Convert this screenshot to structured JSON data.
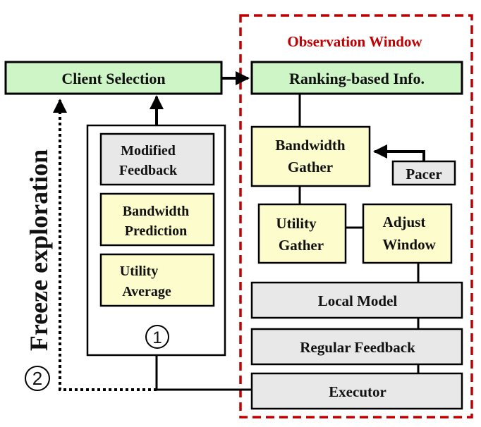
{
  "colors": {
    "green_fill": "#cdf5c6",
    "yellow_fill": "#fdfccd",
    "gray_fill": "#e8e8e8",
    "dashed_red": "#c00000",
    "title_red": "#c00000"
  },
  "observation_window": {
    "title": "Observation Window"
  },
  "client_selection": {
    "label": "Client Selection"
  },
  "ranking_info": {
    "label": "Ranking-based Info."
  },
  "left_stack": {
    "modified_feedback": [
      "Modified",
      "Feedback"
    ],
    "bandwidth_prediction": [
      "Bandwidth",
      "Prediction"
    ],
    "utility_average": [
      "Utility",
      "Average"
    ],
    "marker_1": "1"
  },
  "bandwidth_gather": [
    "Bandwidth",
    "Gather"
  ],
  "pacer": "Pacer",
  "utility_gather": [
    "Utility",
    "Gather"
  ],
  "adjust_window": [
    "Adjust",
    "Window"
  ],
  "local_model": "Local Model",
  "regular_feedback": "Regular Feedback",
  "executor": "Executor",
  "freeze_exploration": "Freeze exploration",
  "marker_2": "2"
}
